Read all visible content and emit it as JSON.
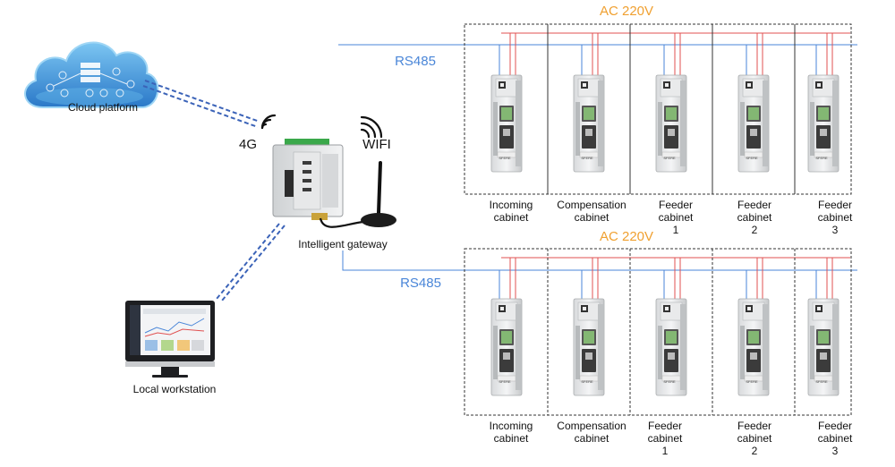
{
  "topology": {
    "cloud_label": "Cloud platform",
    "link_4g_label": "4G",
    "link_wifi_label": "WIFI",
    "gateway_label": "Intelligent gateway",
    "workstation_label": "Local workstation"
  },
  "colors": {
    "ac_bus": "#f0a030",
    "rs485": "#4a86d8",
    "red_wire": "#e05050",
    "cloud": "#3c8fd6"
  },
  "groups": [
    {
      "bus_label": "AC 220V",
      "comm_label": "RS485",
      "cabinets": [
        {
          "label": "Incoming\ncabinet",
          "device_brand": "SFERE"
        },
        {
          "label": "Compensation\ncabinet",
          "device_brand": "SFERE"
        },
        {
          "label": "Feeder\ncabinet\n1",
          "device_brand": "SFERE"
        },
        {
          "label": "Feeder\ncabinet\n2",
          "device_brand": "SFERE"
        },
        {
          "label": "Feeder\ncabinet\n3",
          "device_brand": "SFERE"
        }
      ]
    },
    {
      "bus_label": "AC 220V",
      "comm_label": "RS485",
      "cabinets": [
        {
          "label": "Incoming\ncabinet",
          "device_brand": "SFERE"
        },
        {
          "label": "Compensation\ncabinet",
          "device_brand": "SFERE"
        },
        {
          "label": "Feeder\ncabinet\n1",
          "device_brand": "SFERE"
        },
        {
          "label": "Feeder\ncabinet\n2",
          "device_brand": "SFERE"
        },
        {
          "label": "Feeder\ncabinet\n3",
          "device_brand": "SFERE"
        }
      ]
    }
  ]
}
